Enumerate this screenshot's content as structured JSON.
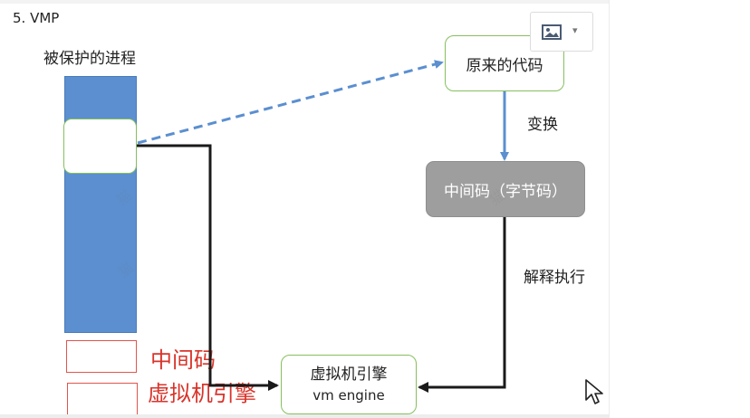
{
  "slide": {
    "title": "5. VMP",
    "process_label": "被保护的进程",
    "original_code": "原来的代码",
    "transform": "变换",
    "bytecode": "中间码（字节码）",
    "interpret": "解释执行",
    "vm_engine_cn": "虚拟机引擎",
    "vm_engine_en": "vm engine"
  },
  "legend": {
    "item1": "中间码",
    "item2": "虚拟机引擎"
  },
  "colors": {
    "process_fill": "#5b8fd0",
    "box_border": "#86bf5e",
    "bytecode_fill": "#9e9e9e",
    "dashed_arrow": "#5b8fd0",
    "solid_arrow": "#1a1a1a",
    "legend_red": "#d9342b"
  },
  "icons": {
    "image_control": "image-icon",
    "dropdown": "chevron-down-icon",
    "cursor": "mouse-cursor-icon"
  }
}
